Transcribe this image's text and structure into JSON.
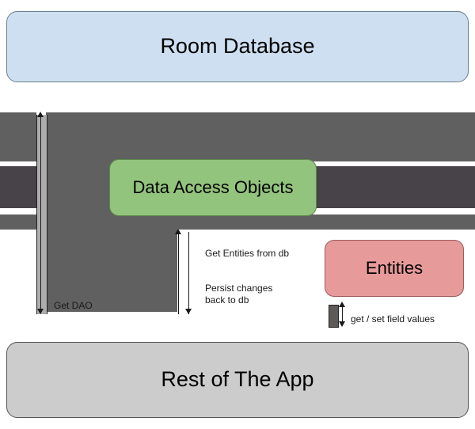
{
  "diagram": {
    "title": "Room Database architecture diagram",
    "nodes": {
      "room_database": {
        "label": "Room Database",
        "color": "#cddff1"
      },
      "data_access_objects": {
        "label": "Data Access Objects",
        "color": "#93c47d"
      },
      "entities": {
        "label": "Entities",
        "color": "#e79a9a"
      },
      "rest_of_app": {
        "label": "Rest of The App",
        "color": "#cccccc"
      }
    },
    "messages": {
      "get_dao": "Get DAO",
      "get_entities_from_db": "Get Entities from db",
      "persist_changes_back_to_db": "Persist changes\nback to db",
      "get_set_field_values": "get / set field values"
    },
    "colors": {
      "activation_gray": "#606060",
      "activation_dark": "#474349",
      "lifeline_bar": "#adadad",
      "entities_bar": "#5e5a5a",
      "line": "#1a1a1a",
      "background": "#ffffff"
    }
  }
}
